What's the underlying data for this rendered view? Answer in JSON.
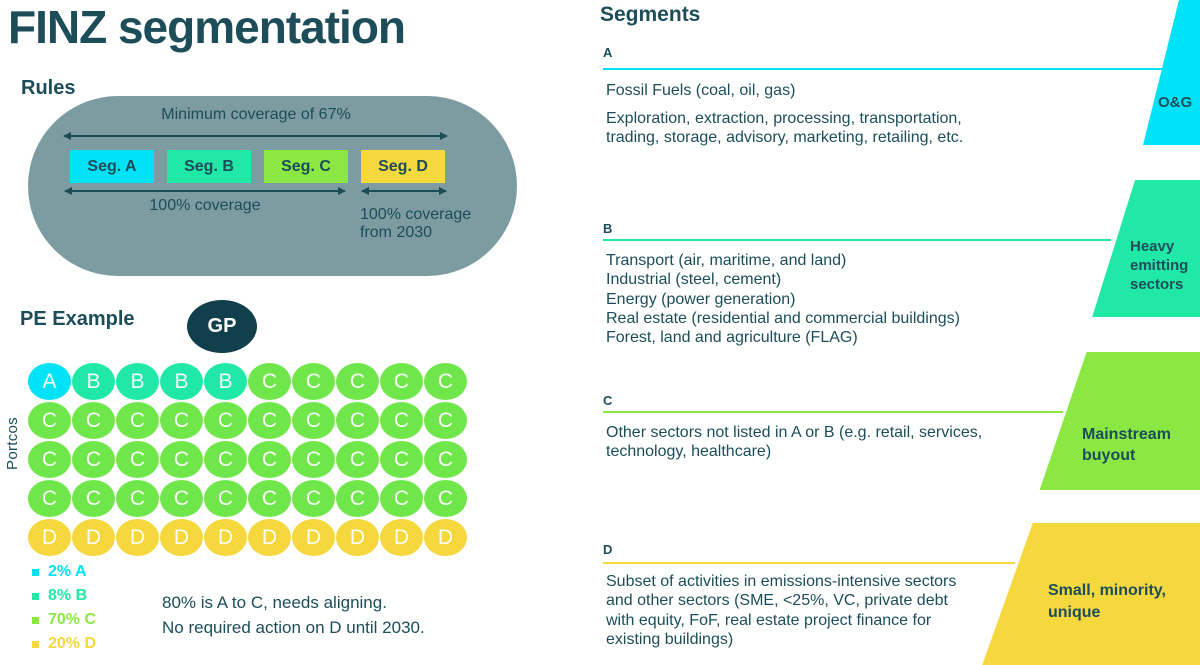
{
  "title": "FINZ segmentation",
  "palette": {
    "ink": "#1C4D59",
    "ink_dark": "#123F4C",
    "gray": "#7D9CA1",
    "segA": "#00E3F6",
    "segB": "#20E8A7",
    "segC": "#8BE843",
    "segC_circle": "#6FE74B",
    "segD": "#F5D73E"
  },
  "rules": {
    "heading": "Rules",
    "min_coverage": "Minimum coverage of 67%",
    "full_coverage": "100% coverage",
    "d_coverage": "100% coverage from 2030",
    "segments": [
      {
        "label": "Seg. A",
        "color": "segA"
      },
      {
        "label": "Seg. B",
        "color": "segB"
      },
      {
        "label": "Seg. C",
        "color": "segC"
      },
      {
        "label": "Seg. D",
        "color": "segD"
      }
    ]
  },
  "pe_example": {
    "heading": "PE Example",
    "gp_label": "GP",
    "axis_label": "Portcos",
    "grid_rows": [
      "ABBBBCCCCC",
      "CCCCCCCCCC",
      "CCCCCCCCCC",
      "CCCCCCCCCC",
      "DDDDDDDDDD"
    ],
    "grid_colors": {
      "A": "segA",
      "B": "segB",
      "C": "segC_circle",
      "D": "segD"
    },
    "legend": [
      {
        "label": "2% A",
        "color": "segA"
      },
      {
        "label": "8% B",
        "color": "segB"
      },
      {
        "label": "70% C",
        "color": "segC"
      },
      {
        "label": "20% D",
        "color": "segD"
      }
    ],
    "note": "80% is A to C, needs aligning.\nNo required action on D until 2030."
  },
  "segments_heading": "Segments",
  "segments": [
    {
      "label": "A",
      "body": "Fossil Fuels (coal, oil, gas)",
      "body2": "Exploration, extraction, processing, transportation,\ntrading, storage, advisory, marketing, retailing, etc.",
      "shape_label": "O&G",
      "color": "segA"
    },
    {
      "label": "B",
      "body": "Transport (air, maritime, and land)\nIndustrial (steel, cement)\nEnergy (power generation)\nReal estate (residential and commercial buildings)\nForest, land and agriculture (FLAG)",
      "shape_label": "Heavy\nemitting\nsectors",
      "color": "segB"
    },
    {
      "label": "C",
      "body": "Other sectors not listed in A or B (e.g. retail, services,\ntechnology, healthcare)",
      "shape_label": "Mainstream\nbuyout",
      "color": "segC"
    },
    {
      "label": "D",
      "body": "Subset of activities in emissions-intensive sectors\nand other sectors (SME, <25%, VC, private debt\nwith equity, FoF, real estate project finance for\nexisting buildings)",
      "shape_label": "Small, minority,\nunique",
      "color": "segD"
    }
  ]
}
